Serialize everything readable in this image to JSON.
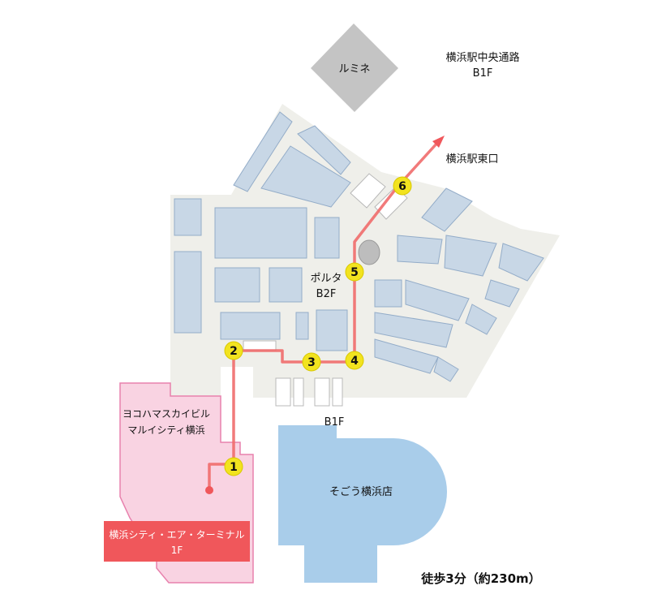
{
  "labels": {
    "lumine": "ルミネ",
    "central_passage_line1": "横浜駅中央通路",
    "central_passage_line2": "B1F",
    "east_exit": "横浜駅東口",
    "porta_line1": "ポルタ",
    "porta_line2": "B2F",
    "b1f": "B1F",
    "marui_line1": "ヨコハマスカイビル",
    "marui_line2": "マルイシティ横浜",
    "sogo": "そごう横浜店",
    "terminal_line1": "横浜シティ・エア・ターミナル",
    "terminal_line2": "1F",
    "walk_time": "徒歩3分（約230m）"
  },
  "route_steps": [
    "1",
    "2",
    "3",
    "4",
    "5",
    "6"
  ],
  "colors": {
    "route": "#f06b6b",
    "marker": "#f2e31f",
    "block": "#c8d7e6",
    "block_edge": "#93acc8",
    "floor": "#efefea",
    "sogo": "#a9cdea",
    "marui": "#f9d3e2",
    "marui_edge": "#e881ad",
    "terminal_badge": "#f0575b",
    "lumine": "#c4c4c4"
  }
}
